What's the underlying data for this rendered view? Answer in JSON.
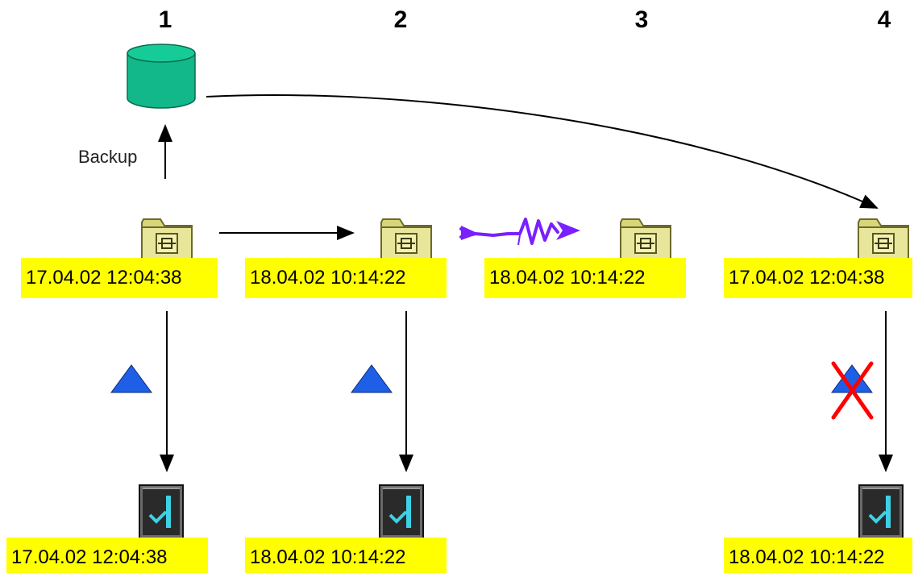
{
  "steps": [
    "1",
    "2",
    "3",
    "4"
  ],
  "backup_label": "Backup",
  "folder_timestamps": {
    "step1": "17.04.02 12:04:38",
    "step2": "18.04.02 10:14:22",
    "step3": "18.04.02 10:14:22",
    "step4": "17.04.02 12:04:38"
  },
  "device_timestamps": {
    "step1": "17.04.02 12:04:38",
    "step2": "18.04.02 10:14:22",
    "step4": "18.04.02 10:14:22"
  },
  "colors": {
    "timestamp_bg": "#ffff00",
    "database": "#12b88a",
    "folder": "#e8e69a",
    "triangle": "#1f5fe8",
    "cross": "#ff0000",
    "lightning": "#7a1fff",
    "device_body": "#2a2a2a",
    "device_accent": "#3ed1e6"
  }
}
